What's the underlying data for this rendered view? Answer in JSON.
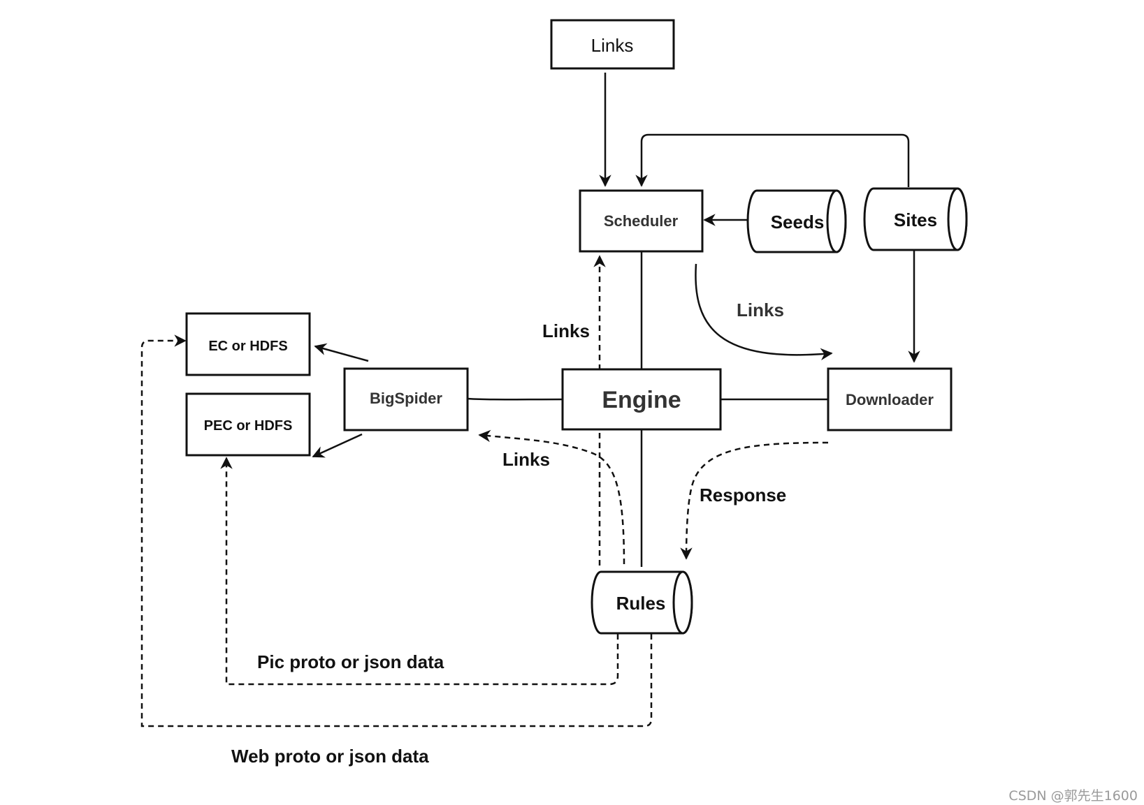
{
  "nodes": {
    "links_top": "Links",
    "scheduler": "Scheduler",
    "seeds": "Seeds",
    "sites": "Sites",
    "engine": "Engine",
    "downloader": "Downloader",
    "bigspider": "BigSpider",
    "ec_hdfs": "EC or HDFS",
    "pec_hdfs": "PEC or HDFS",
    "rules": "Rules"
  },
  "edge_labels": {
    "links_scheduler_downloader": "Links",
    "links_rules_scheduler": "Links",
    "links_rules_bigspider": "Links",
    "response": "Response",
    "pic_data": "Pic proto or json data",
    "web_data": "Web proto or json data"
  },
  "watermark": "CSDN @郭先生1600"
}
